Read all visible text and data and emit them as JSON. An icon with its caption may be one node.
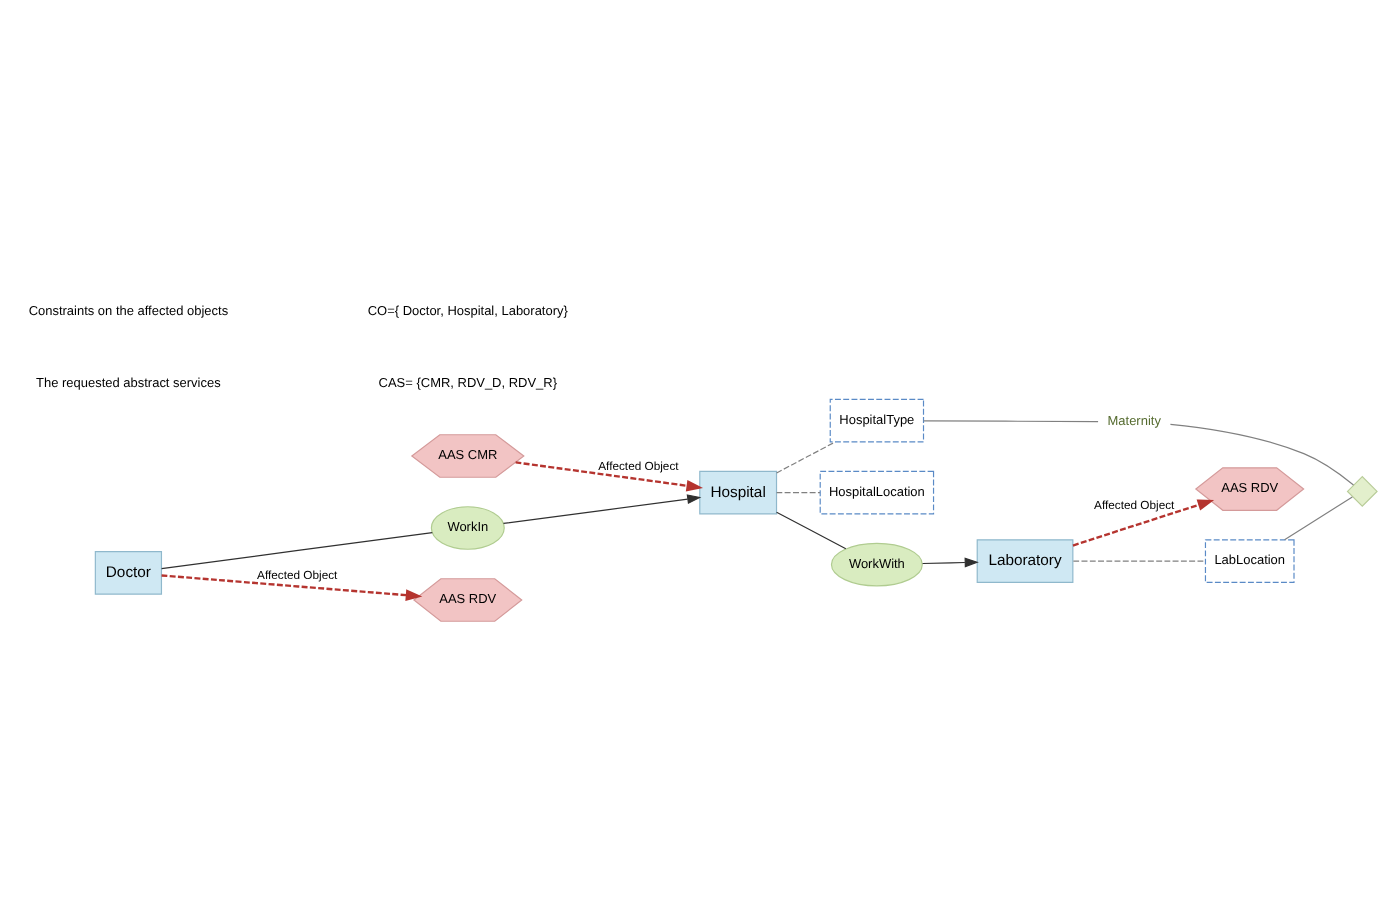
{
  "diagram": {
    "nodes": [
      {
        "text": [
          "AAS CMR"
        ]
      },
      {
        "text": [
          "Doctor"
        ]
      },
      {
        "text": [
          "WorkIn"
        ]
      },
      {
        "text": [
          "Hospital"
        ]
      },
      {
        "text": [
          "HospitalType"
        ]
      },
      {
        "text": [
          "Maternity"
        ]
      },
      {
        "text": [
          "AAS RDV"
        ]
      },
      {
        "text": [
          "HospitalLocation"
        ]
      },
      {
        "text": [
          "WorkWith"
        ]
      },
      {
        "text": [
          "Laboratory"
        ]
      },
      {
        "text": [
          "AAS RDV"
        ]
      },
      {
        "text": [
          "LabLocation"
        ]
      },
      {
        "text": [],
        "shape": "diamond"
      }
    ],
    "edges": [
      {
        "from": 0,
        "to": 3,
        "arrow": "to",
        "label": "Affected Object",
        "style": "dashed",
        "color": "#b5342f"
      },
      {
        "from": 1,
        "to": 2,
        "arrow": "none",
        "color": "#303030"
      },
      {
        "from": 2,
        "to": 3,
        "arrow": "to",
        "color": "#303030"
      },
      {
        "from": 1,
        "to": 6,
        "arrow": "to",
        "label": "Affected Object",
        "style": "dashed",
        "color": "#b5342f"
      },
      {
        "from": 3,
        "to": 4,
        "arrow": "none",
        "style": "dashed"
      },
      {
        "from": 3,
        "to": 7,
        "arrow": "none",
        "style": "dashed"
      },
      {
        "from": 4,
        "to": 5,
        "arrow": "none"
      },
      {
        "from": 5,
        "to": 12,
        "arrow": "none"
      },
      {
        "from": 3,
        "to": 8,
        "arrow": "none",
        "color": "#303030"
      },
      {
        "from": 8,
        "to": 9,
        "arrow": "to",
        "color": "#303030"
      },
      {
        "from": 9,
        "to": 10,
        "arrow": "to",
        "label": "Affected Object",
        "style": "dashed",
        "color": "#b5342f"
      },
      {
        "from": 9,
        "to": 11,
        "arrow": "none",
        "style": "dashed"
      },
      {
        "from": 11,
        "to": 12,
        "arrow": "none"
      }
    ],
    "labels": [
      "The requested abstract services",
      "CAS= {CMR, RDV_D, RDV_R}",
      "Constraints on the affected objects",
      "CO={ Doctor, Hospital, Laboratory}"
    ]
  }
}
